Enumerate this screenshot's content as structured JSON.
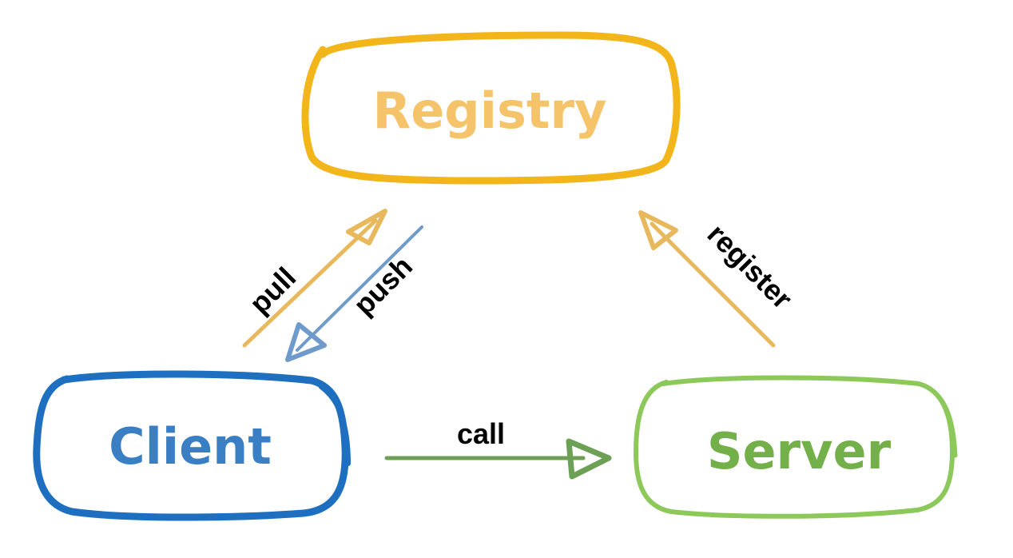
{
  "nodes": {
    "registry": {
      "label": "Registry",
      "stroke": "#F2B51A",
      "text": "#F5C46A"
    },
    "client": {
      "label": "Client",
      "stroke": "#1E6FC0",
      "text": "#3A7FC4"
    },
    "server": {
      "label": "Server",
      "stroke": "#8CC85A",
      "text": "#74B04A"
    }
  },
  "edges": {
    "pull": {
      "label": "pull",
      "color": "#E8B85C"
    },
    "push": {
      "label": "push",
      "color": "#6E9BCB"
    },
    "register": {
      "label": "register",
      "color": "#E8B85C"
    },
    "call": {
      "label": "call",
      "color": "#6BA055"
    }
  }
}
